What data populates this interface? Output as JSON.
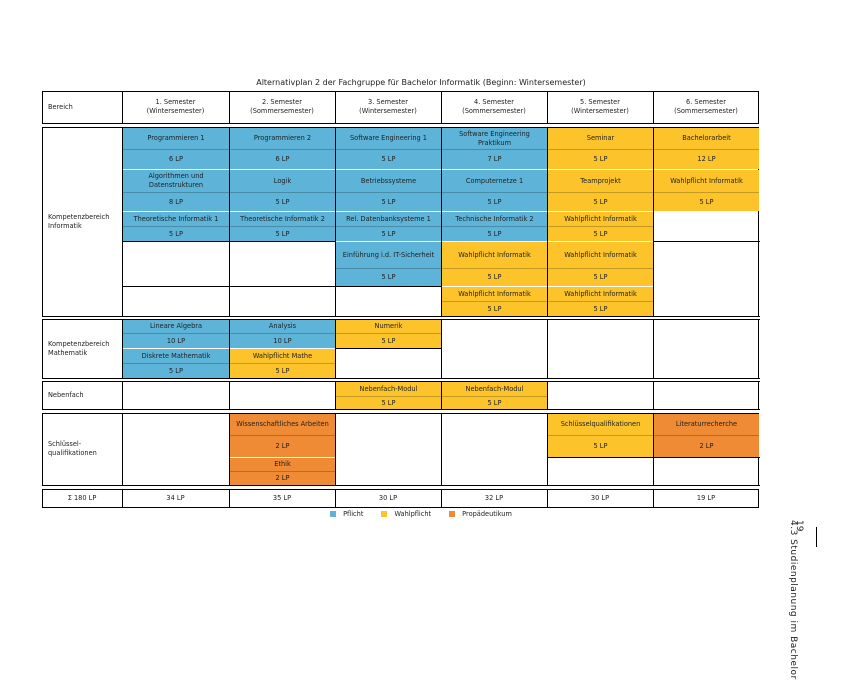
{
  "caption": "Alternativplan 2 der Fachgruppe für Bachelor Informatik (Beginn: Wintersemester)",
  "header": {
    "bereich": "Bereich",
    "semesters": [
      {
        "title": "1. Semester",
        "type": "(Wintersemester)"
      },
      {
        "title": "2. Semester",
        "type": "(Sommersemester)"
      },
      {
        "title": "3. Semester",
        "type": "(Wintersemester)"
      },
      {
        "title": "4. Semester",
        "type": "(Sommersemester)"
      },
      {
        "title": "5. Semester",
        "type": "(Wintersemester)"
      },
      {
        "title": "6. Semester",
        "type": "(Sommersemester)"
      }
    ]
  },
  "sections": [
    {
      "label": "Kompetenzbereich Informatik"
    },
    {
      "label": "Kompetenzbereich Mathematik"
    },
    {
      "label": "Nebenfach"
    },
    {
      "label": "Schlüssel-qualifikationen"
    }
  ],
  "courses": [
    {
      "name": "Programmieren 1",
      "lp": "6 LP",
      "category": "pflicht"
    },
    {
      "name": "Programmieren 2",
      "lp": "6 LP",
      "category": "pflicht"
    },
    {
      "name": "Software Engineering 1",
      "lp": "5 LP",
      "category": "pflicht"
    },
    {
      "name": "Software Engineering Praktikum",
      "lp": "7 LP",
      "category": "pflicht"
    },
    {
      "name": "Seminar",
      "lp": "5 LP",
      "category": "wahlpflicht"
    },
    {
      "name": "Bachelorarbeit",
      "lp": "12 LP",
      "category": "wahlpflicht"
    },
    {
      "name": "Algorithmen und Datenstrukturen",
      "lp": "8 LP",
      "category": "pflicht"
    },
    {
      "name": "Logik",
      "lp": "5 LP",
      "category": "pflicht"
    },
    {
      "name": "Betriebssysteme",
      "lp": "5 LP",
      "category": "pflicht"
    },
    {
      "name": "Computernetze 1",
      "lp": "5 LP",
      "category": "pflicht"
    },
    {
      "name": "Teamprojekt",
      "lp": "5 LP",
      "category": "wahlpflicht"
    },
    {
      "name": "Wahlpflicht Informatik",
      "lp": "5 LP",
      "category": "wahlpflicht"
    },
    {
      "name": "Theoretische Informatik 1",
      "lp": "5 LP",
      "category": "pflicht"
    },
    {
      "name": "Theoretische Informatik 2",
      "lp": "5 LP",
      "category": "pflicht"
    },
    {
      "name": "Rel. Datenbanksysteme 1",
      "lp": "5 LP",
      "category": "pflicht"
    },
    {
      "name": "Technische Informatik 2",
      "lp": "5 LP",
      "category": "pflicht"
    },
    {
      "name": "Wahlpflicht Informatik",
      "lp": "5 LP",
      "category": "wahlpflicht"
    },
    {
      "name": "Einführung i.d. IT-Sicherheit",
      "lp": "5 LP",
      "category": "pflicht"
    },
    {
      "name": "Wahlpflicht Informatik",
      "lp": "5 LP",
      "category": "wahlpflicht"
    },
    {
      "name": "Wahlpflicht Informatik",
      "lp": "5 LP",
      "category": "wahlpflicht"
    },
    {
      "name": "Wahlpflicht Informatik",
      "lp": "5 LP",
      "category": "wahlpflicht"
    },
    {
      "name": "Wahlpflicht Informatik",
      "lp": "5 LP",
      "category": "wahlpflicht"
    },
    {
      "name": "Lineare Algebra",
      "lp": "10 LP",
      "category": "pflicht"
    },
    {
      "name": "Analysis",
      "lp": "10 LP",
      "category": "pflicht"
    },
    {
      "name": "Numerik",
      "lp": "5 LP",
      "category": "wahlpflicht"
    },
    {
      "name": "Diskrete Mathematik",
      "lp": "5 LP",
      "category": "pflicht"
    },
    {
      "name": "Wahlpflicht Mathe",
      "lp": "5 LP",
      "category": "wahlpflicht"
    },
    {
      "name": "Nebenfach-Modul",
      "lp": "5 LP",
      "category": "wahlpflicht"
    },
    {
      "name": "Nebenfach-Modul",
      "lp": "5 LP",
      "category": "wahlpflicht"
    },
    {
      "name": "Wissenschaftliches Arbeiten",
      "lp": "2 LP",
      "category": "propaedeutikum"
    },
    {
      "name": "Schlüsselqualifikationen",
      "lp": "5 LP",
      "category": "wahlpflicht"
    },
    {
      "name": "Literaturrecherche",
      "lp": "2 LP",
      "category": "propaedeutikum"
    },
    {
      "name": "Ethik",
      "lp": "2 LP",
      "category": "propaedeutikum"
    }
  ],
  "totals": {
    "label": "Σ 180 LP",
    "values": [
      "34 LP",
      "35 LP",
      "30 LP",
      "32 LP",
      "30 LP",
      "19 LP"
    ]
  },
  "legend": [
    {
      "label": "Pflicht",
      "color": "#5db4d8"
    },
    {
      "label": "Wahlpflicht",
      "color": "#fcc42a"
    },
    {
      "label": "Propädeutikum",
      "color": "#ef8a35"
    }
  ],
  "page": {
    "running_head": "4.3 Studienplanung im Bachelor",
    "number": "19"
  }
}
